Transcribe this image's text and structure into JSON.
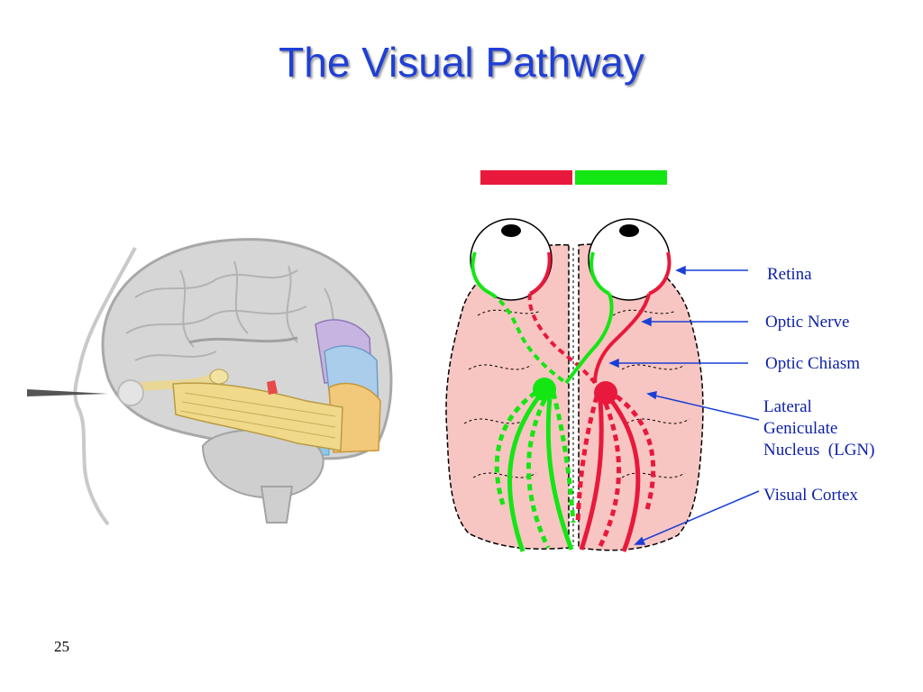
{
  "title": "The Visual Pathway",
  "slide_number": "25",
  "labels": {
    "retina": "Retina",
    "optic_nerve": "Optic Nerve",
    "optic_chiasm": "Optic Chiasm",
    "lgn_line1": "Lateral",
    "lgn_line2": "Geniculate",
    "lgn_line3": "Nucleus  (LGN)",
    "visual_cortex": "Visual Cortex"
  },
  "colors": {
    "title": "#1f3fd6",
    "label_text": "#0d1fa8",
    "left_field": "#e8193c",
    "right_field": "#14e614",
    "brain_fill": "#f8c6c2",
    "pointer_line": "#1a3fd6"
  }
}
